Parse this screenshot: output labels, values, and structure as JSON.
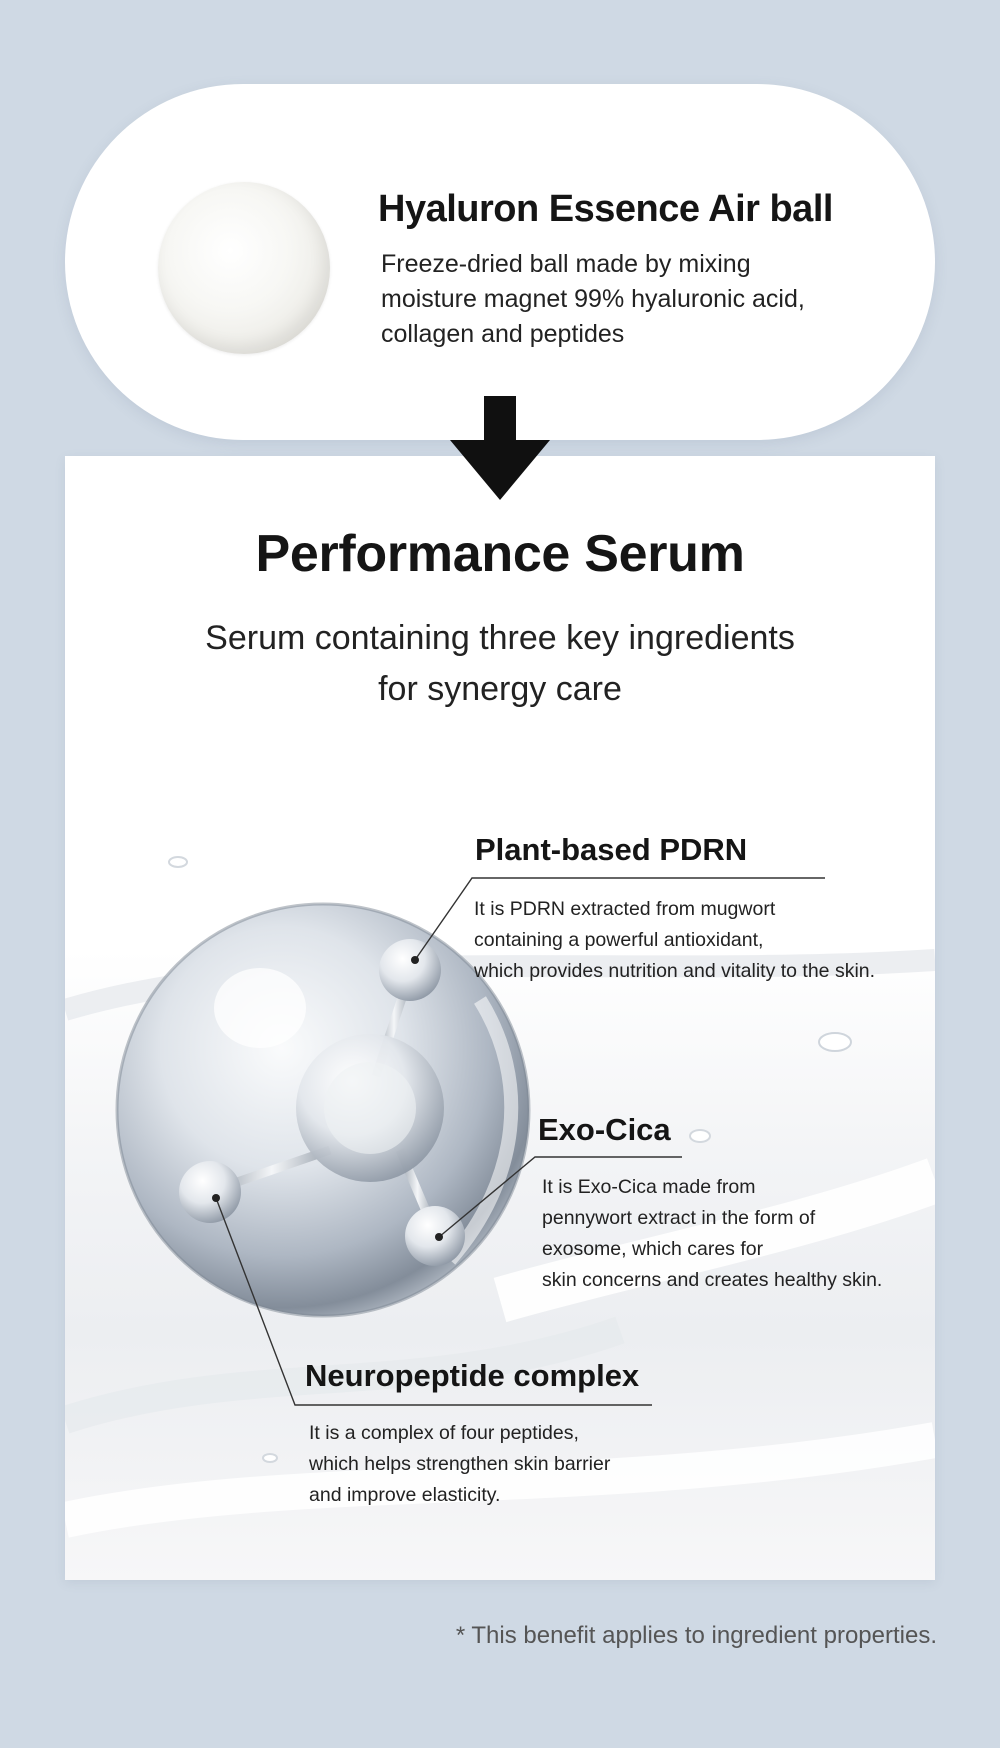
{
  "air_ball": {
    "title": "Hyaluron Essence Air ball",
    "description_lines": [
      "Freeze-dried ball made by mixing",
      "moisture magnet 99% hyaluronic acid,",
      "collagen and peptides"
    ]
  },
  "serum": {
    "title": "Performance Serum",
    "subtitle_lines": [
      "Serum containing three key ingredients",
      "for synergy care"
    ]
  },
  "ingredients": [
    {
      "title": "Plant-based PDRN",
      "description_lines": [
        "It is PDRN extracted from mugwort",
        "containing a powerful antioxidant,",
        "which provides nutrition and vitality to the skin."
      ]
    },
    {
      "title": "Exo-Cica",
      "description_lines": [
        "It is Exo-Cica made from",
        "pennywort extract in the form of",
        "exosome, which cares for",
        "skin concerns and creates healthy skin."
      ]
    },
    {
      "title": "Neuropeptide complex",
      "description_lines": [
        "It is a complex of four peptides,",
        "which helps strengthen skin barrier",
        "and improve elasticity."
      ]
    }
  ],
  "footnote": "* This benefit applies to ingredient properties."
}
